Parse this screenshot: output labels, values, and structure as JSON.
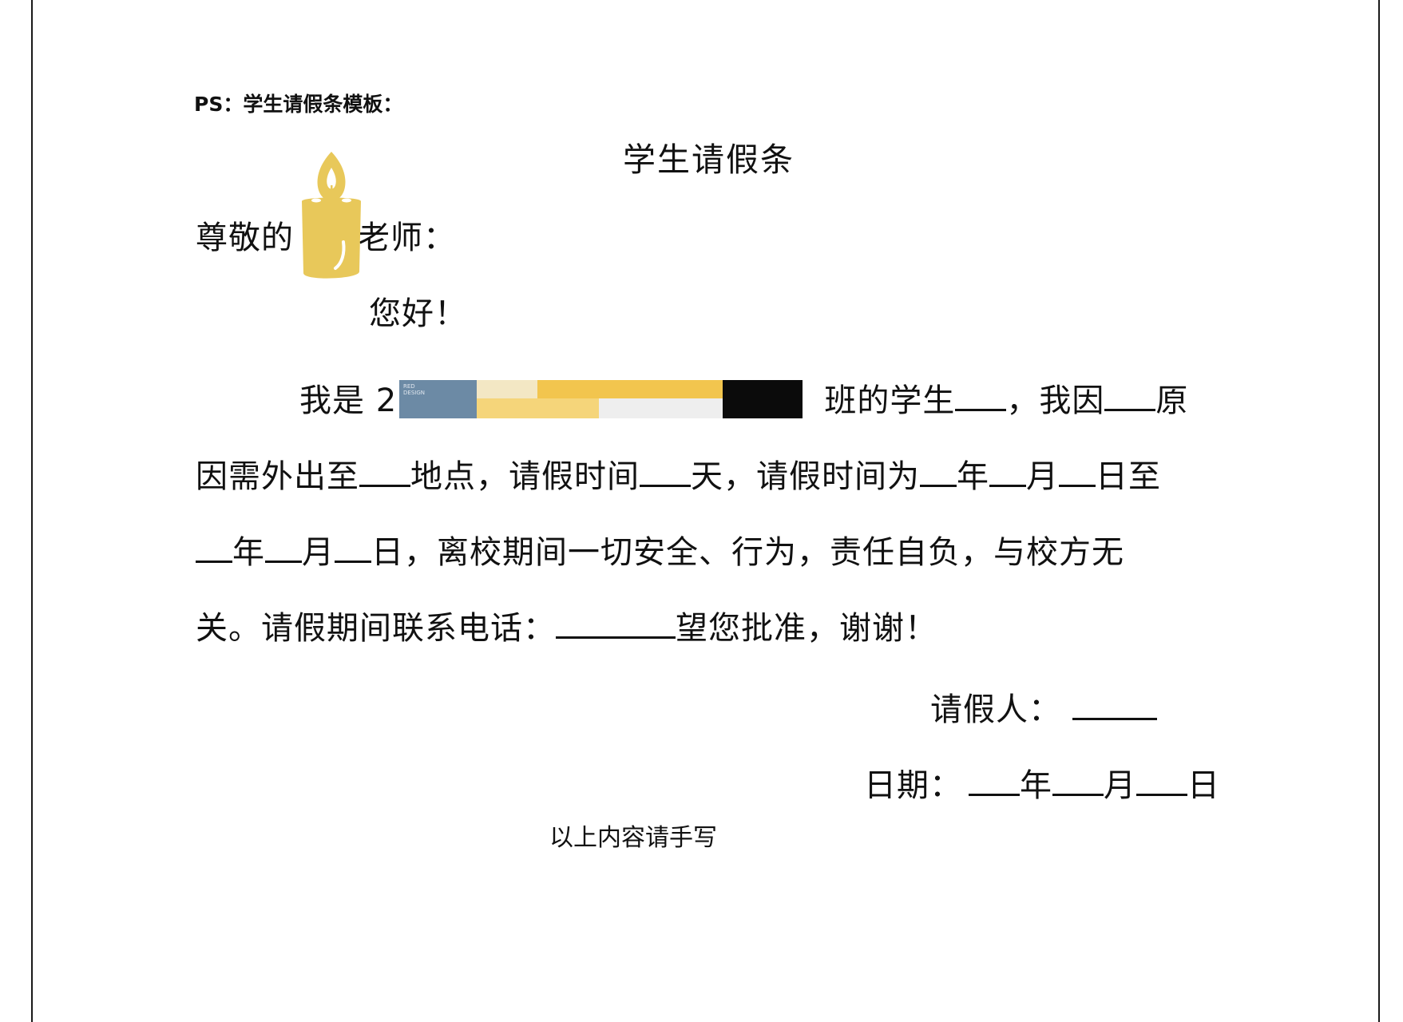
{
  "document": {
    "ps_note": "PS：学生请假条模板：",
    "title": "学生请假条",
    "greeting_prefix": "尊敬的",
    "greeting_suffix": "老师：",
    "hello": "您好！",
    "body": {
      "line1_prefix": "我是 22",
      "line1_a": " 班的学生",
      "line1_b": "，我因",
      "line1_c": "原",
      "line2_a": "因需外出至",
      "line2_b": "地点，请假时间",
      "line2_c": "天，请假时间为",
      "line2_d": "年",
      "line2_e": "月",
      "line2_f": "日至",
      "line3_a": "年",
      "line3_b": "月",
      "line3_c": "日，离校期间一切安全、行为，责任自负，与校方无",
      "line4_a": "关。请假期间联系电话：",
      "line4_b": "望您批准，谢谢！"
    },
    "signature": {
      "applicant_label": "请假人：",
      "date_label": "日期：",
      "year": "年",
      "month": "月",
      "day": "日"
    },
    "footer_note": "以上内容请手写"
  },
  "overlays": {
    "sticker_text_1": "RED",
    "sticker_text_2": "DESIGN",
    "candle_icon": "candle-icon",
    "colors": {
      "candle": "#e8c85a",
      "blue": "#6c8aa5",
      "yellow": "#f2c54e",
      "black": "#0b0b0b"
    }
  }
}
